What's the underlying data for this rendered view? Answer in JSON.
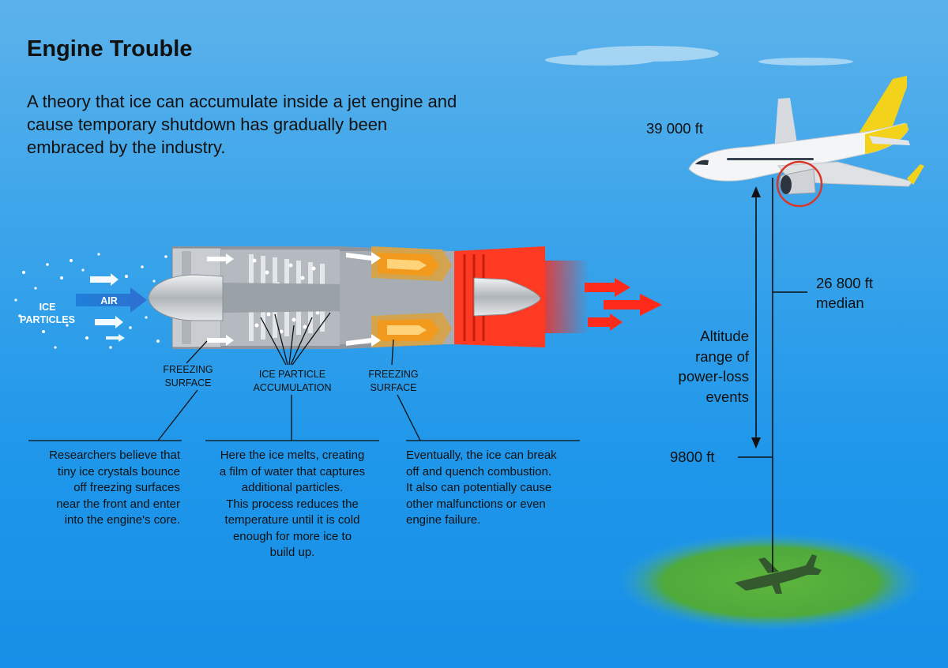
{
  "title": "Engine Trouble",
  "subtitle": "A theory that ice can accumulate inside a jet engine and cause temporary shutdown has gradually been embraced by the industry.",
  "engine_labels": {
    "ice_particles": "ICE\nPARTICLES",
    "air": "AIR",
    "freezing_surface_front": "FREEZING\nSURFACE",
    "ice_accumulation": "ICE PARTICLE\nACCUMULATION",
    "freezing_surface_rear": "FREEZING\nSURFACE"
  },
  "descriptions": {
    "front": "Researchers believe that\ntiny ice crystals bounce\noff freezing surfaces\nnear the front and enter\ninto the engine's core.",
    "middle": "Here the ice melts, creating\na film of water that captures\nadditional particles.\nThis process reduces the\ntemperature until it is cold\nenough for more ice to\nbuild up.",
    "rear": "Eventually, the ice can break\noff and quench combustion.\nIt also can potentially cause\nother malfunctions or even\nengine failure."
  },
  "altitude": {
    "top": "39 000 ft",
    "median": "26 800 ft\nmedian",
    "range_label": "Altitude\nrange of\npower-loss\nevents",
    "bottom": "9800 ft"
  },
  "colors": {
    "sky_top": "#5cb2ea",
    "sky_bottom": "#168fe6",
    "exhaust_red": "#ff2a1a",
    "combustion_orange": "#f29a1e",
    "engine_gray": "#b9bec3",
    "plane_tail_yellow": "#f2d21a",
    "ground_green": "#4faa3c",
    "engine_highlight_ring": "#d9362a"
  },
  "icons": [
    "air-arrow-icon",
    "exhaust-arrow-icon",
    "airplane-icon",
    "airplane-shadow-icon"
  ]
}
